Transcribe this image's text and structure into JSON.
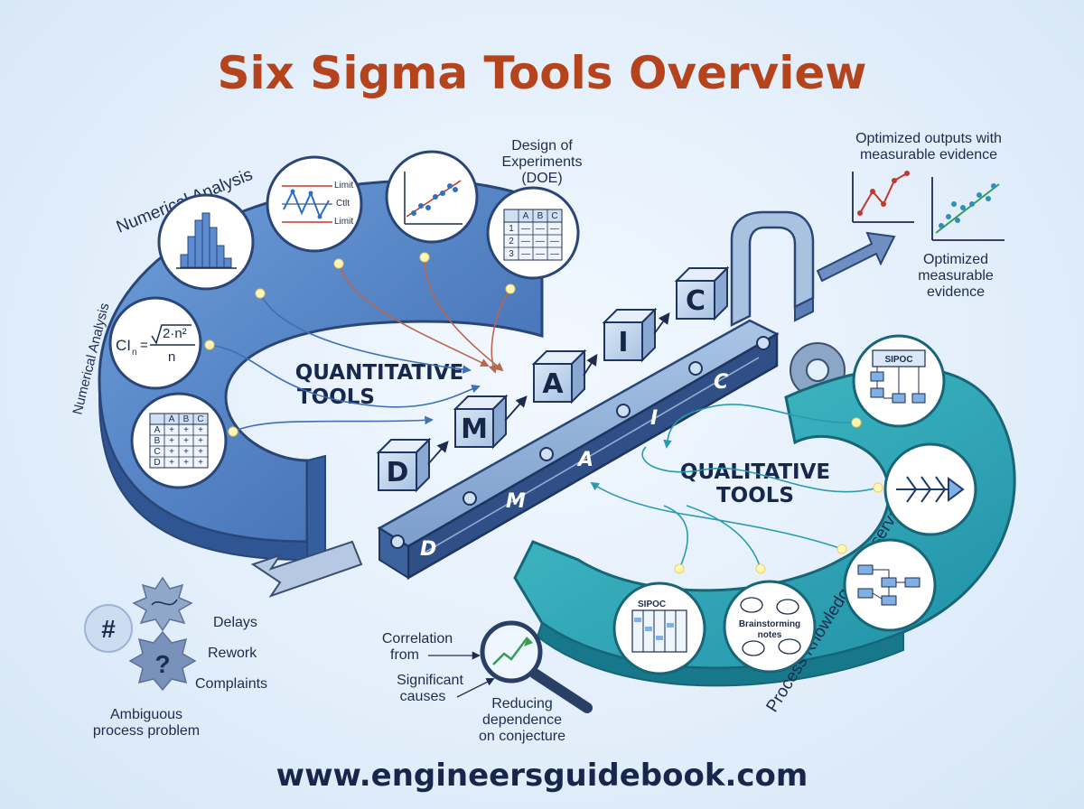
{
  "title": "Six Sigma Tools Overview",
  "footer": "www.engineersguidebook.com",
  "quantitative": {
    "label_line1": "QUANTITATIVE",
    "label_line2": "TOOLS",
    "arc_label_top": "Numerical Analysis",
    "arc_label_side": "Numerical Analysis",
    "control_chart": {
      "upper": "Limit",
      "center": "Ctlt",
      "lower": "Limit"
    },
    "formula": {
      "lhs": "CI",
      "lhs_sub": "n",
      "numerator": "2·n²",
      "denominator": "n"
    },
    "doe_label": [
      "Design of",
      "Experiments",
      "(DOE)"
    ],
    "doe_table": {
      "header": [
        "A",
        "B",
        "C"
      ],
      "rows": [
        "1",
        "2",
        "3"
      ],
      "empty": "—"
    },
    "matrix": {
      "header": [
        "A",
        "B",
        "C"
      ],
      "rows": [
        "A",
        "B",
        "C",
        "D"
      ],
      "mark": "+"
    }
  },
  "qualitative": {
    "label_line1": "QUALITATIVE",
    "label_line2": "TOOLS",
    "arc_label": "Process Knowledge & Observations",
    "sipoc_top": "SIPOC",
    "sipoc_bottom": "SIPOC",
    "brainstorm": [
      "Brainstorming",
      "notes"
    ]
  },
  "dmaic": {
    "cubes": [
      "D",
      "M",
      "A",
      "I",
      "C"
    ],
    "belt": [
      "D",
      "M",
      "A",
      "I",
      "C"
    ]
  },
  "outputs": {
    "top": [
      "Optimized outputs with",
      "measurable evidence"
    ],
    "bottom": [
      "Optimized",
      "measurable",
      "evidence"
    ]
  },
  "problem": {
    "symbols": {
      "hash": "#",
      "question": "?"
    },
    "items": [
      "Delays",
      "Rework",
      "Complaints"
    ],
    "label": [
      "Ambiguous",
      "process problem"
    ]
  },
  "magnifier": {
    "left": [
      "Correlation",
      "from"
    ],
    "left2": [
      "Significant",
      "causes"
    ],
    "bottom": [
      "Reducing",
      "dependence",
      "on conjecture"
    ]
  },
  "colors": {
    "title": "#b5441c",
    "quant_arc": "#4e7ec2",
    "qual_arc": "#2aa6b6",
    "navy": "#16284c"
  }
}
